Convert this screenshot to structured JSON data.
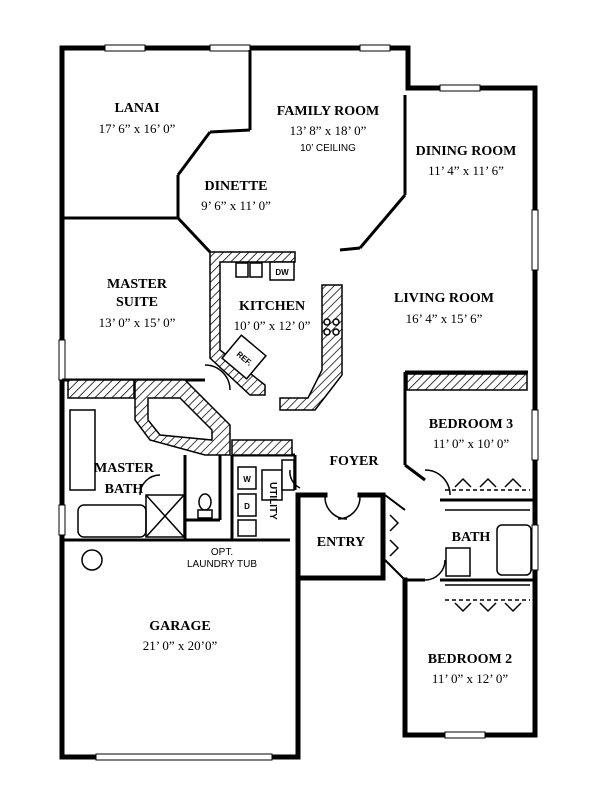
{
  "rooms": {
    "lanai": {
      "name": "LANAI",
      "dim": "17’ 6” x 16’ 0”"
    },
    "family": {
      "name": "FAMILY ROOM",
      "dim": "13’ 8” x 18’ 0”",
      "note": "10’ CEILING"
    },
    "dinette": {
      "name": "DINETTE",
      "dim": "9’ 6” x 11’ 0”"
    },
    "dining": {
      "name": "DINING ROOM",
      "dim": "11’ 4” x 11’ 6”"
    },
    "master_suite": {
      "name1": "MASTER",
      "name2": "SUITE",
      "dim": "13’ 0” x 15’ 0”"
    },
    "kitchen": {
      "name": "KITCHEN",
      "dim": "10’ 0” x 12’ 0”"
    },
    "living": {
      "name": "LIVING ROOM",
      "dim": "16’ 4” x 15’ 6”"
    },
    "bedroom3": {
      "name": "BEDROOM 3",
      "dim": "11’ 0” x 10’ 0”"
    },
    "foyer": {
      "name": "FOYER"
    },
    "master_bath": {
      "name1": "MASTER",
      "name2": "BATH"
    },
    "utility": {
      "name": "UTILITY"
    },
    "entry": {
      "name": "ENTRY"
    },
    "bath": {
      "name": "BATH"
    },
    "garage": {
      "name": "GARAGE",
      "dim": "21’ 0” x 20’0”"
    },
    "bedroom2": {
      "name": "BEDROOM 2",
      "dim": "11’ 0” x 12’ 0”"
    }
  },
  "labels": {
    "dw": "DW",
    "ref": "REF.",
    "washer": "W",
    "dryer": "D",
    "laundry_tub_1": "OPT.",
    "laundry_tub_2": "LAUNDRY TUB"
  }
}
